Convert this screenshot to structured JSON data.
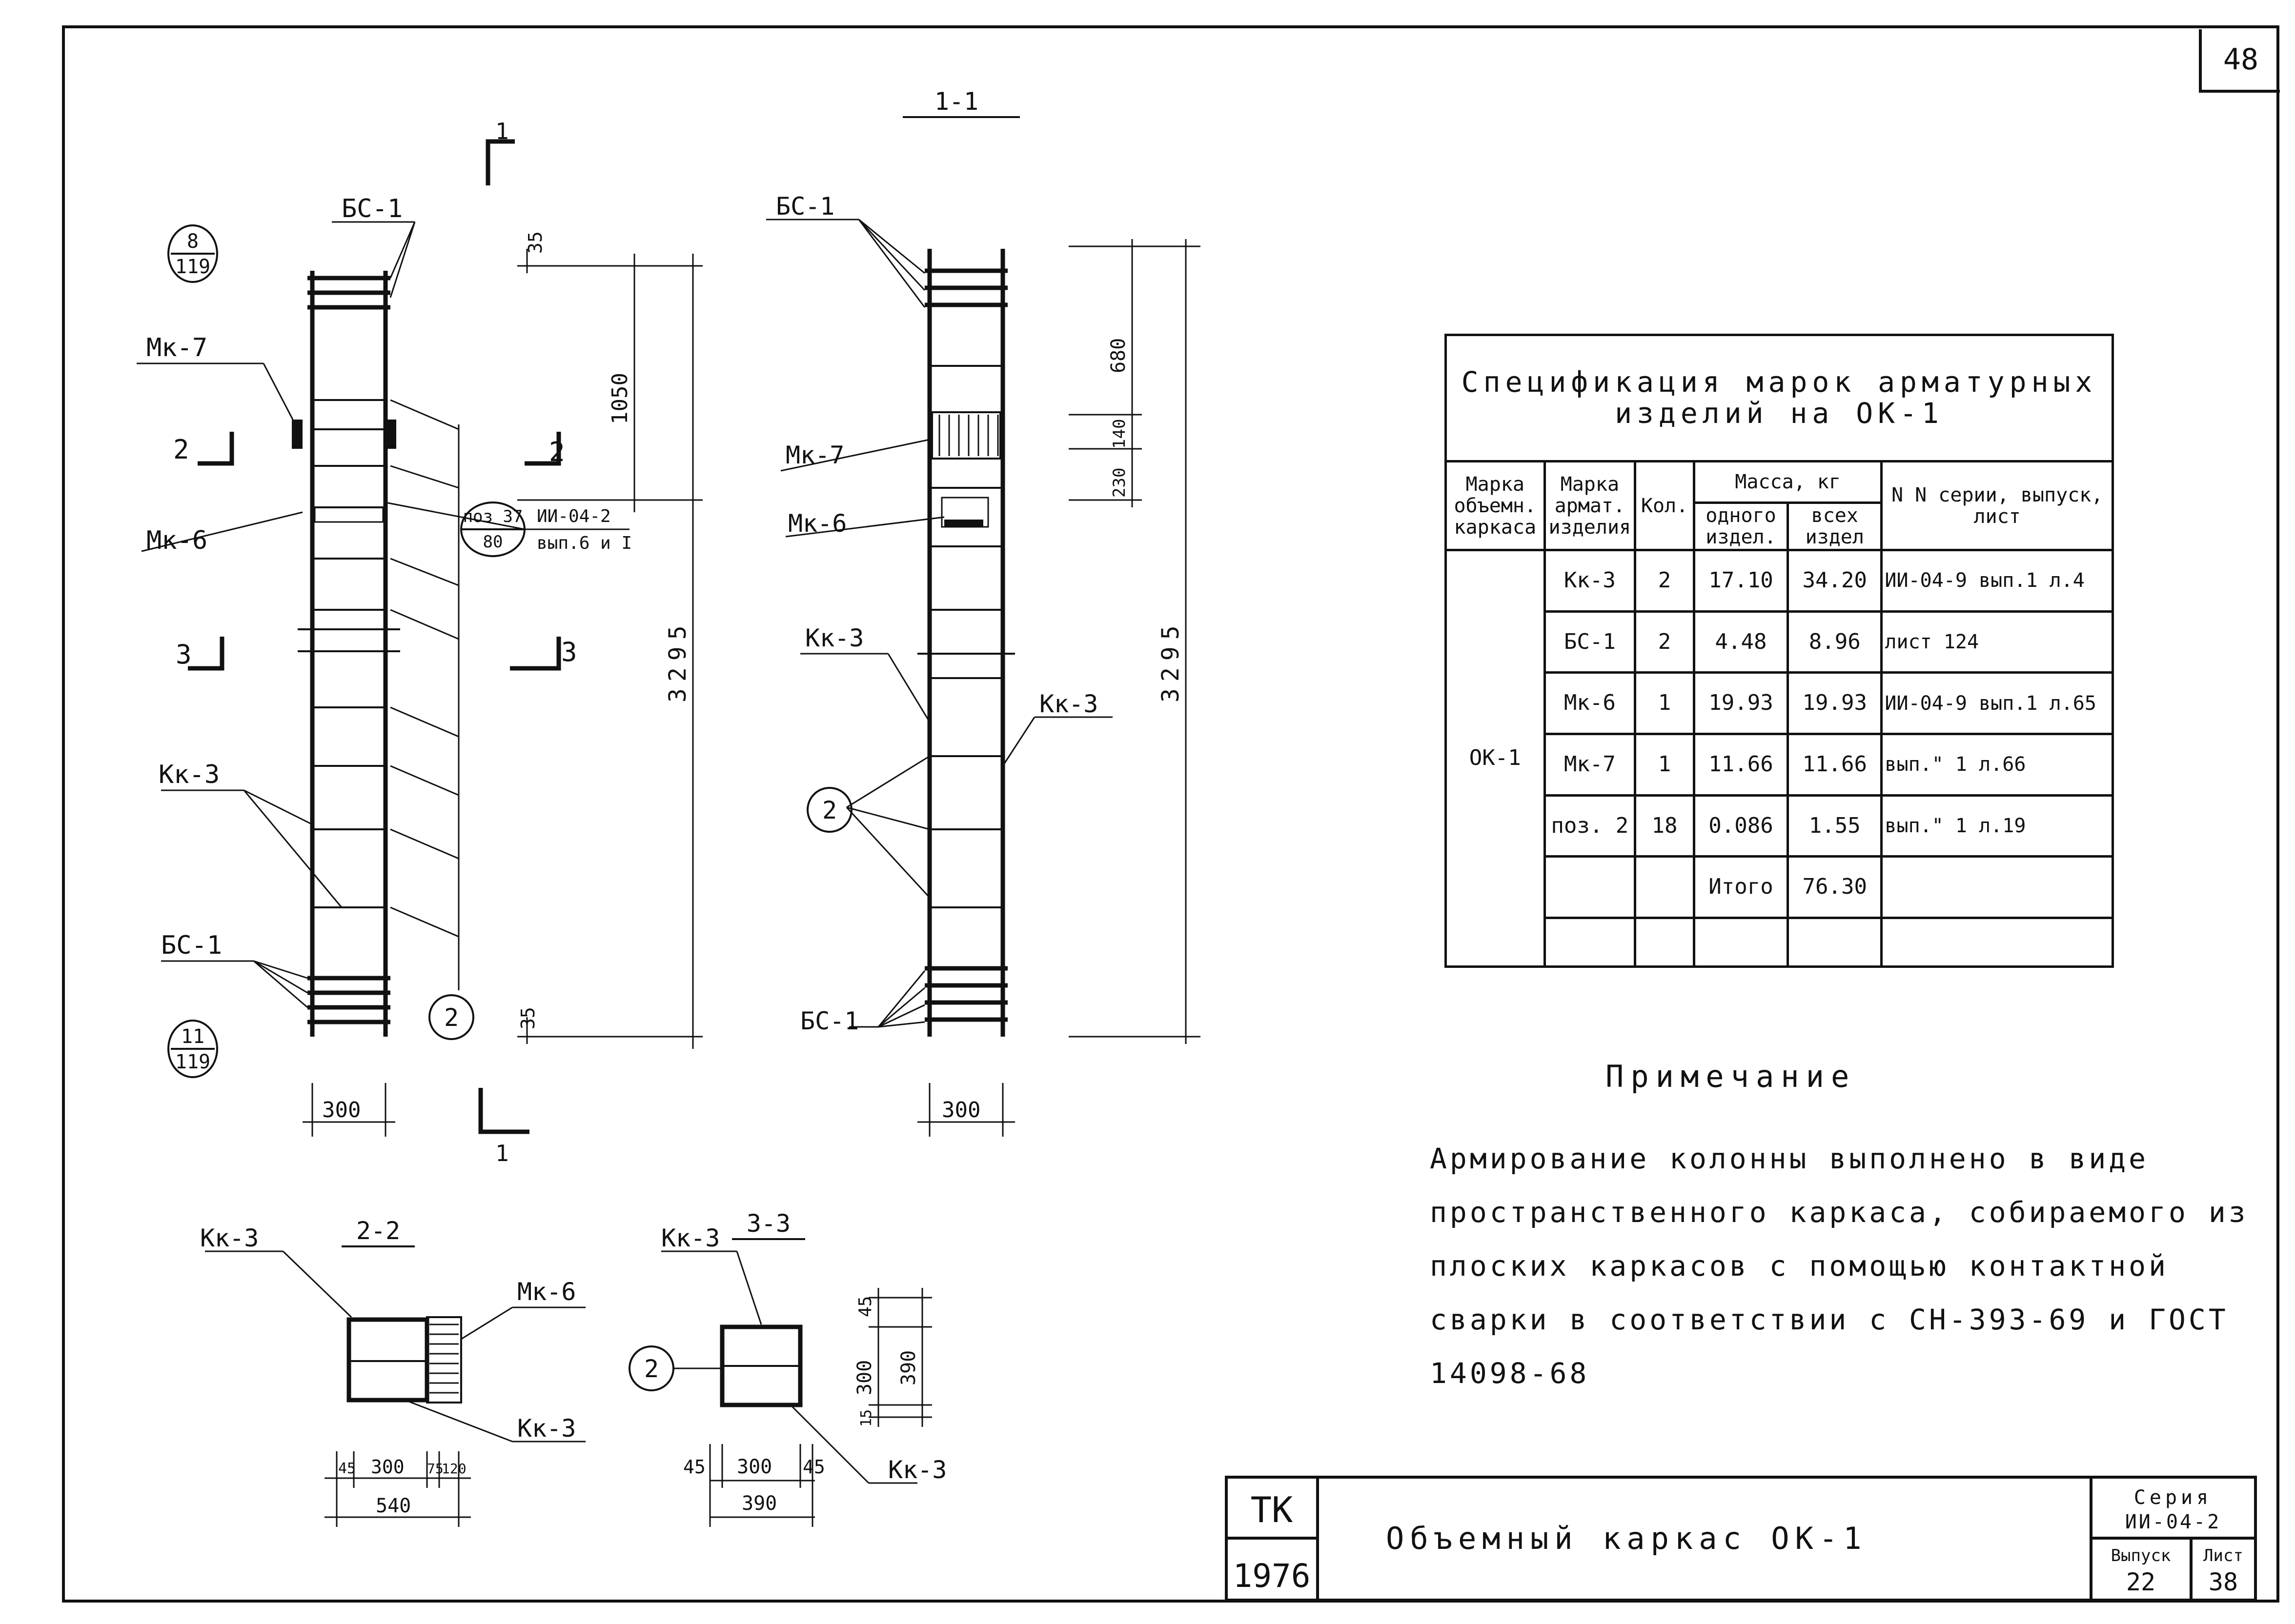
{
  "sheet": {
    "page_number": "48",
    "title_block": {
      "org": "ТК",
      "year": "1976",
      "title": "Объемный каркас ОК-1",
      "series_label": "Серия",
      "series_value": "ИИ-04-2",
      "issue_label": "Выпуск",
      "issue_value": "22",
      "sheet_label": "Лист",
      "sheet_value": "38"
    }
  },
  "views": {
    "left": {
      "section_mark_top": "1",
      "section_mark_bottom": "1",
      "cut_2_left": "2",
      "cut_2_right": "2",
      "cut_3_left": "3",
      "cut_3_right": "3",
      "callout_top_num": "8",
      "callout_top_den": "119",
      "callout_bottom_num": "11",
      "callout_bottom_den": "119",
      "label_bc1_top": "БС-1",
      "label_bc1_bottom": "БС-1",
      "label_mk7": "Мк-7",
      "label_mk6": "Мк-6",
      "label_kk3": "Кк-3",
      "pos_2": "2",
      "ref_num": "поз 37",
      "ref_den": "80",
      "ref_series": "ИИ-04-2",
      "ref_issue": "вып.6 и I",
      "dim_35_top": "35",
      "dim_1050": "1050",
      "dim_3295": "3295",
      "dim_35_bottom": "35",
      "dim_300": "300"
    },
    "section_1_1": {
      "title": "1-1",
      "label_bc1_top": "БС-1",
      "label_bc1_bottom": "БС-1",
      "label_mk7": "Мк-7",
      "label_mk6": "Мк-6",
      "label_kk3_left": "Кк-3",
      "label_kk3_right": "Кк-3",
      "pos_2": "2",
      "dim_680": "680",
      "dim_140": "140",
      "dim_230": "230",
      "dim_3295": "3295",
      "dim_300": "300"
    },
    "section_2_2": {
      "title": "2-2",
      "label_kk3_top": "Кк-3",
      "label_mk6": "Мк-6",
      "label_kk3_bottom": "Кк-3",
      "dim_45": "45",
      "dim_300": "300",
      "dim_75": "75",
      "dim_120": "120",
      "dim_540": "540"
    },
    "section_3_3": {
      "title": "3-3",
      "label_kk3_top": "Кк-3",
      "label_kk3_bottom": "Кк-3",
      "pos_2": "2",
      "dim_45_left": "45",
      "dim_300_h": "300",
      "dim_45_right": "45",
      "dim_390_h": "390",
      "dim_45_top": "45",
      "dim_300_v": "300",
      "dim_390_v": "390",
      "dim_15": "15"
    }
  },
  "spec_table": {
    "title_line1": "Спецификация марок арматурных",
    "title_line2": "изделий на ОК-1",
    "headers": {
      "col_frame": "Марка объемн. каркаса",
      "col_item": "Марка армат. изделия",
      "col_qty": "Кол.",
      "col_mass": "Масса, кг",
      "col_mass_one": "одного издел.",
      "col_mass_all": "всех издел",
      "col_ref": "N N серии, выпуск, лист"
    },
    "frame_mark": "ОК-1",
    "rows": [
      {
        "item": "Кк-3",
        "qty": "2",
        "one": "17.10",
        "all": "34.20",
        "ref": "ИИ-04-9 вып.1 л.4"
      },
      {
        "item": "БС-1",
        "qty": "2",
        "one": "4.48",
        "all": "8.96",
        "ref": "лист 124"
      },
      {
        "item": "Мк-6",
        "qty": "1",
        "one": "19.93",
        "all": "19.93",
        "ref": "ИИ-04-9 вып.1 л.65"
      },
      {
        "item": "Мк-7",
        "qty": "1",
        "one": "11.66",
        "all": "11.66",
        "ref": "вып.\" 1 л.66"
      },
      {
        "item": "поз. 2",
        "qty": "18",
        "one": "0.086",
        "all": "1.55",
        "ref": "вып.\" 1 л.19"
      }
    ],
    "total_label": "Итого",
    "total_value": "76.30"
  },
  "note": {
    "title": "Примечание",
    "text": "Армирование колонны выполнено в виде\nпространственного каркаса, собираемого из\nплоских каркасов с помощью контактной\nсварки в соответствии с СН-393-69 и ГОСТ 14098-68"
  }
}
